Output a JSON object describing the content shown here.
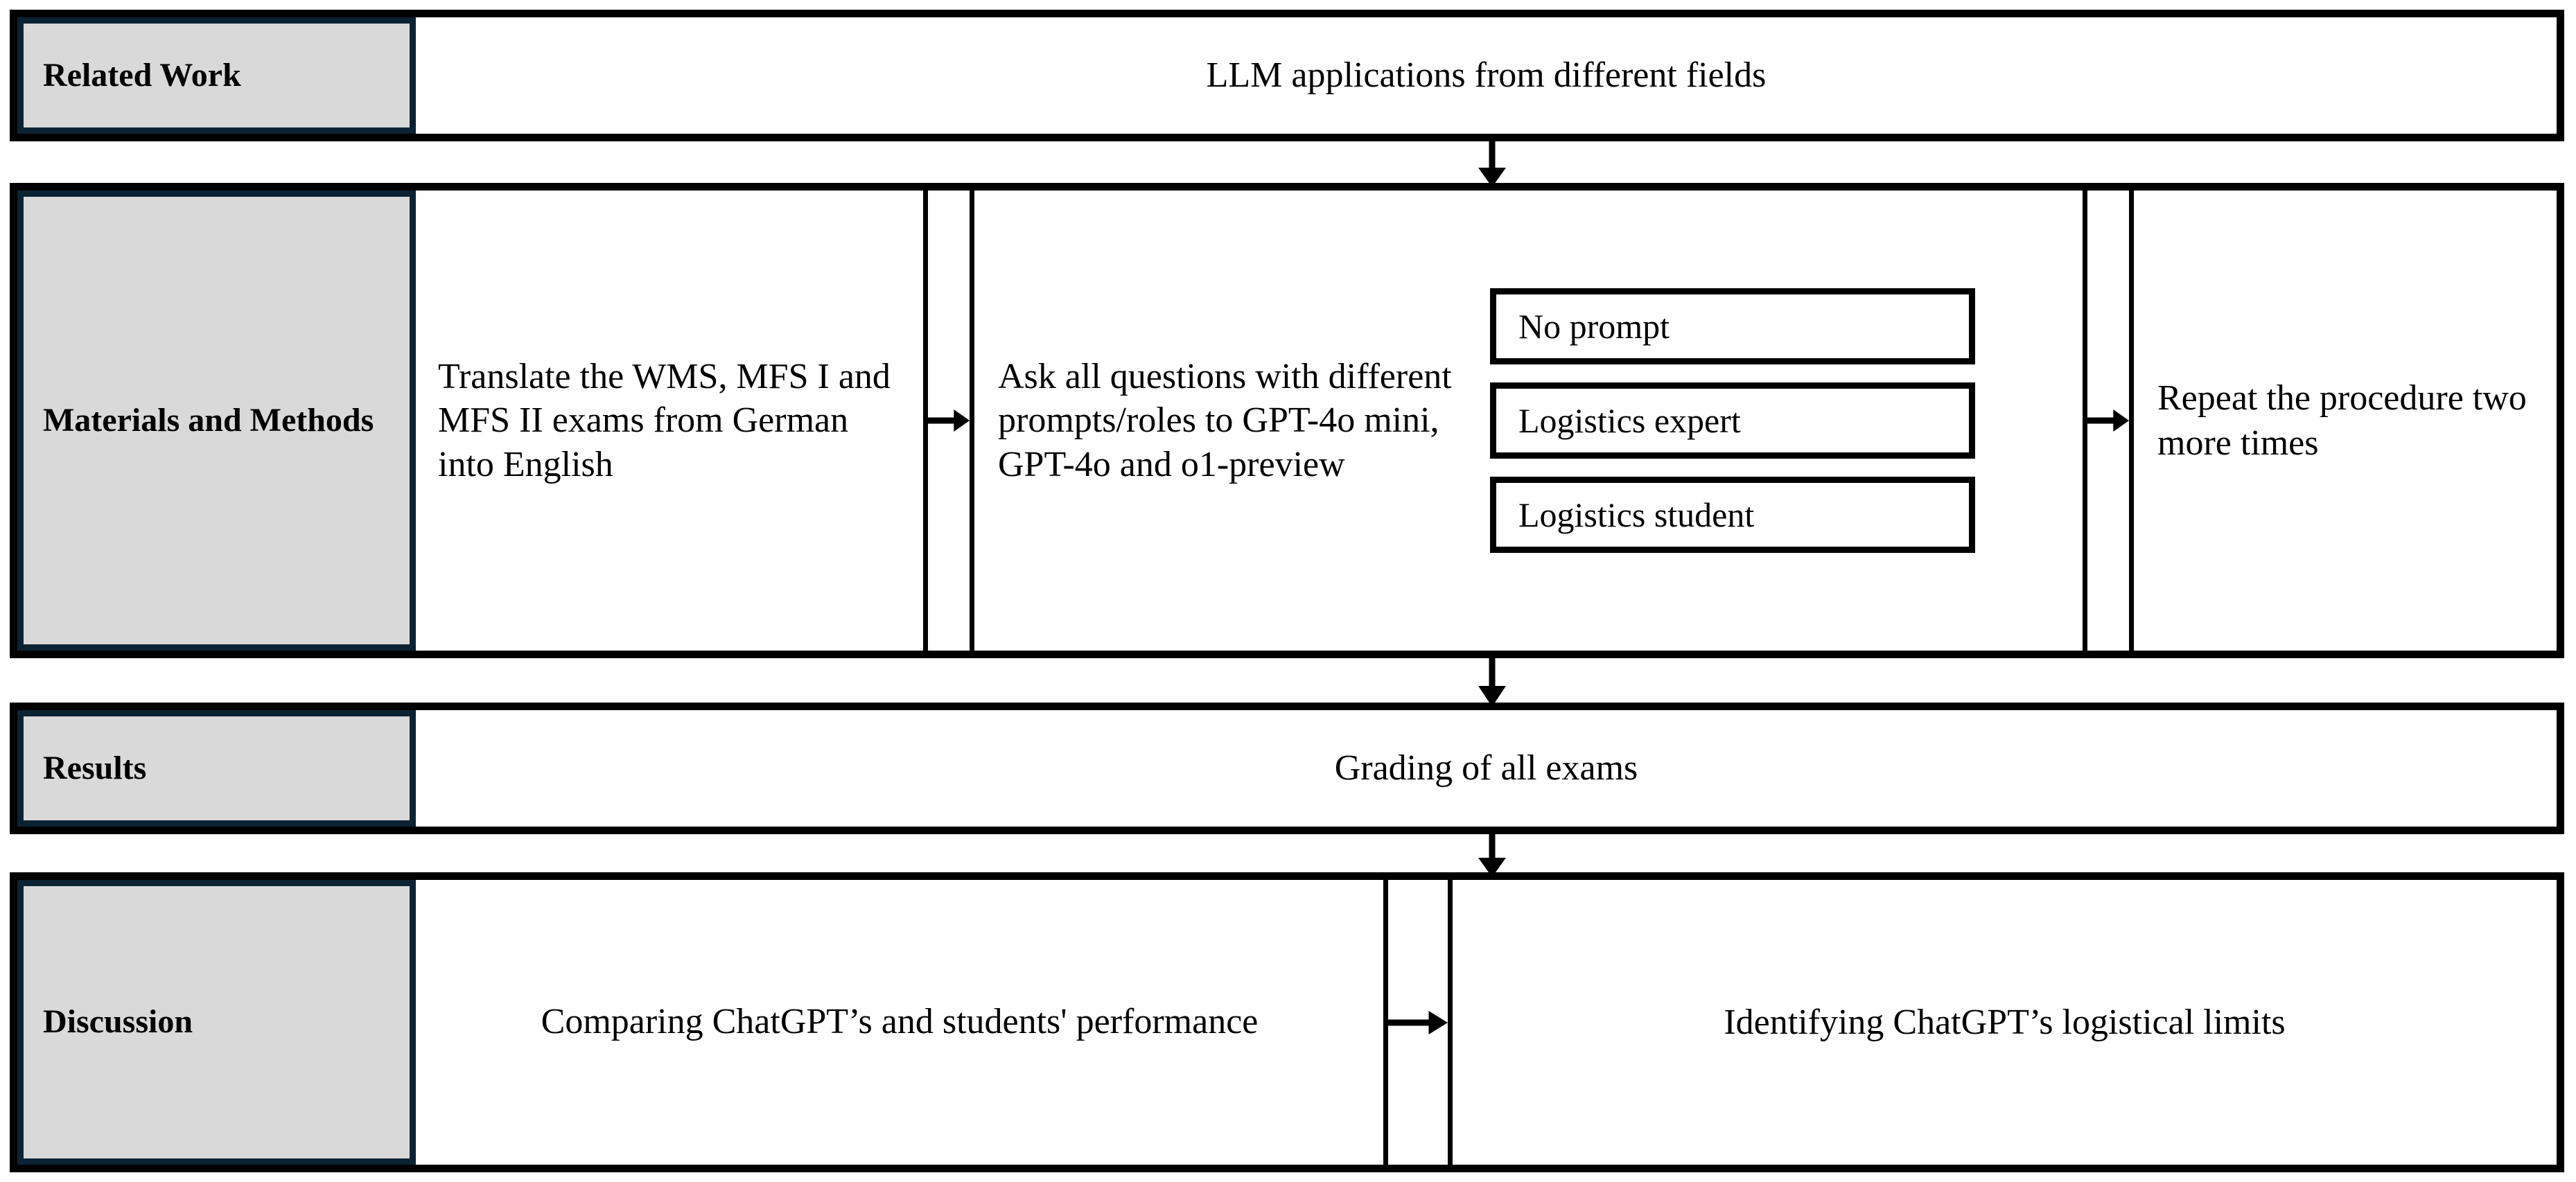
{
  "figure": {
    "type": "flowchart",
    "colors": {
      "stage_label_fill": "#d9d9d9",
      "stage_label_border": "#0b2233",
      "box_outline": "#000000",
      "background": "#ffffff",
      "text": "#000000"
    }
  },
  "rows": {
    "related_work": {
      "stage_label": "Related Work",
      "content": "LLM applications from different fields"
    },
    "materials_and_methods": {
      "stage_label": "Materials and Methods",
      "step_1": "Translate the WMS, MFS I and MFS II exams from German into English",
      "step_2": "Ask all questions with different prompts/roles to GPT-4o mini, GPT-4o and o1-preview",
      "prompt_roles": [
        "No prompt",
        "Logistics expert",
        "Logistics student"
      ],
      "step_3": "Repeat the procedure two more times"
    },
    "results": {
      "stage_label": "Results",
      "content": "Grading of all exams"
    },
    "discussion": {
      "stage_label": "Discussion",
      "step_1": "Comparing ChatGPT’s and students' performance",
      "step_2": "Identifying ChatGPT’s logistical limits"
    }
  },
  "arrows": {
    "related_to_materials": "down-arrow",
    "translate_to_ask": "right-arrow",
    "ask_to_repeat": "right-arrow",
    "materials_to_results": "down-arrow",
    "results_to_discussion": "down-arrow",
    "compare_to_identify": "right-arrow"
  }
}
